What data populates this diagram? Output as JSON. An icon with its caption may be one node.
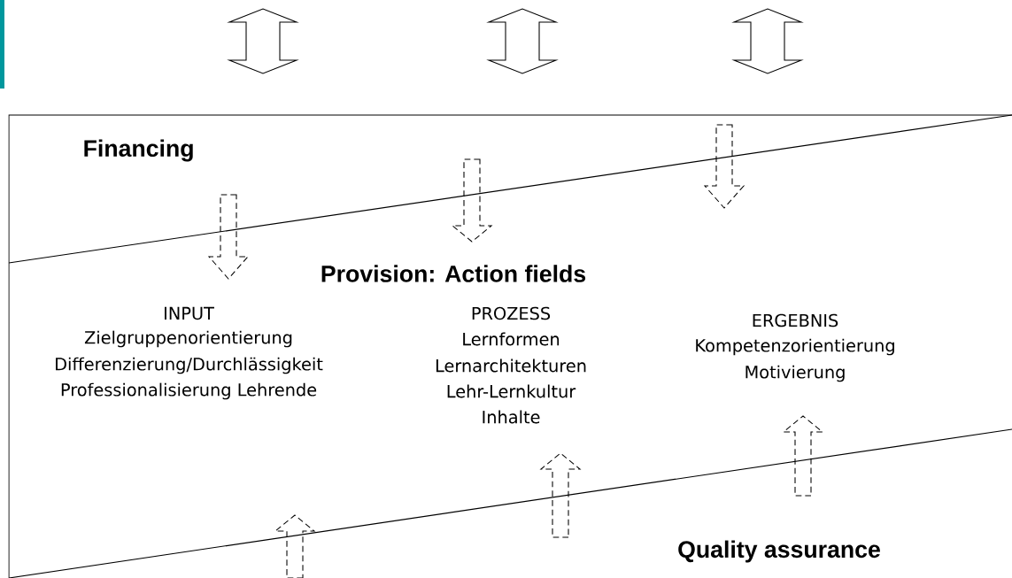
{
  "diagram": {
    "labels": [
      "Financing",
      "Provision: Action fields",
      "INPUT",
      "Zielgruppenorientierung",
      "Differenzierung/Durchlässigkeit",
      "Professionalisierung Lehrende",
      "PROZESS",
      "Lernformen",
      "Lernarchitekturen",
      "Lehr-Lernkultur",
      "Inhalte",
      "ERGEBNIS",
      "Kompetenzorientierung",
      "Motivierung",
      "Quality assurance"
    ]
  }
}
